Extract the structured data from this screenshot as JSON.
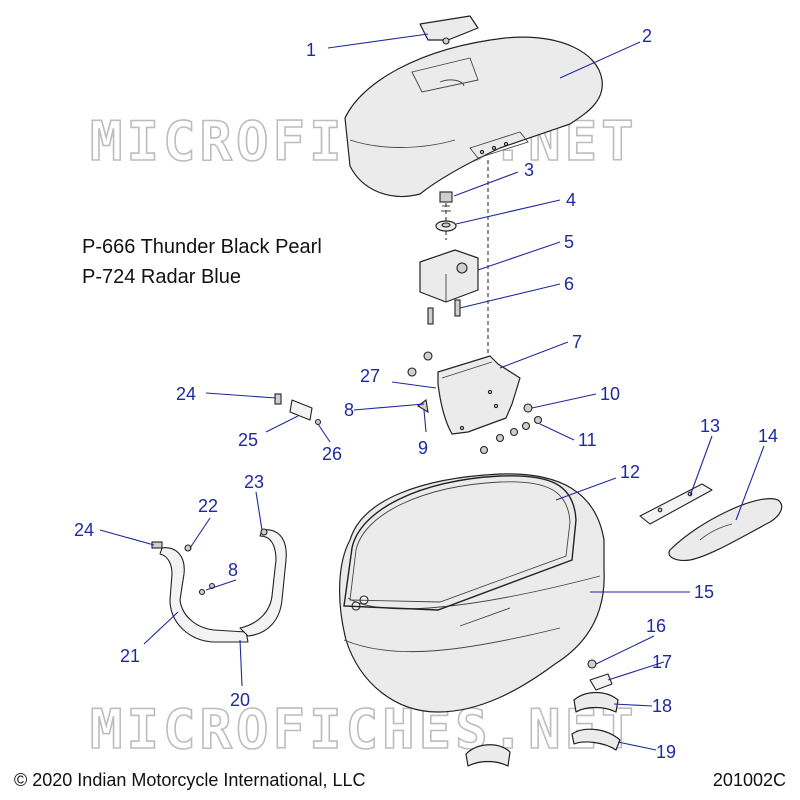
{
  "watermark": "MICROFICHES.NET",
  "color_notes": [
    "P-666 Thunder Black Pearl",
    "P-724 Radar Blue"
  ],
  "callouts": [
    "1",
    "2",
    "3",
    "4",
    "5",
    "6",
    "7",
    "27",
    "8",
    "9",
    "10",
    "11",
    "24",
    "25",
    "26",
    "13",
    "14",
    "12",
    "15",
    "23",
    "22",
    "24",
    "8",
    "21",
    "20",
    "16",
    "17",
    "18",
    "19"
  ],
  "footer": {
    "copyright": "© 2020 Indian Motorcycle International, LLC",
    "code": "201002C"
  },
  "colors": {
    "callout": "#1f2a9c",
    "watermark": "#bdbdbd",
    "line": "#222222"
  }
}
